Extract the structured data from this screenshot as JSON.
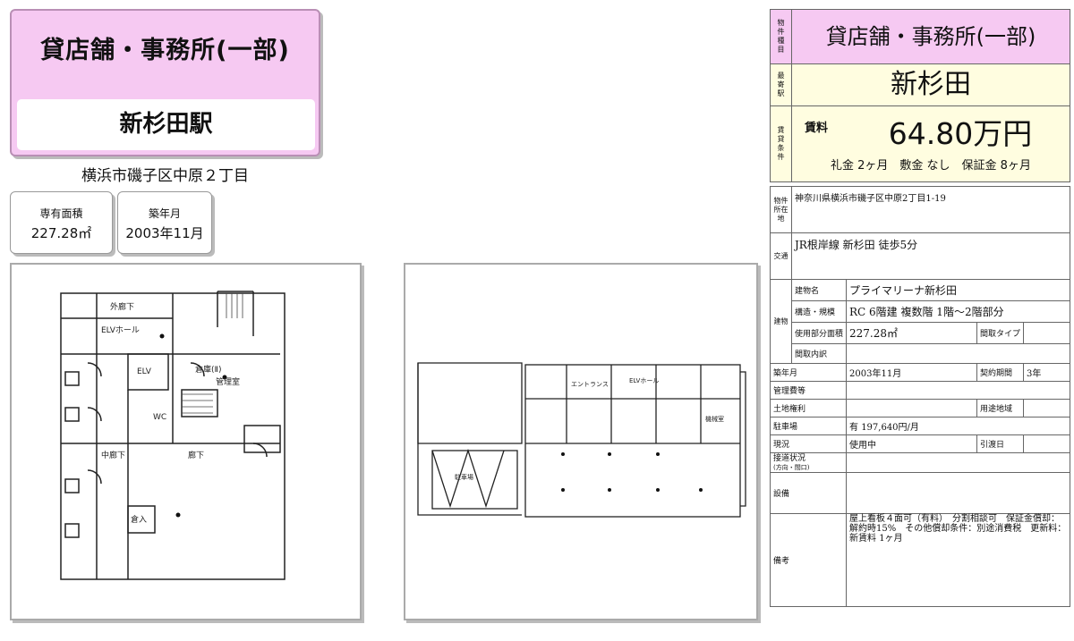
{
  "header": {
    "title": "貸店舗・事務所(一部)",
    "station": "新杉田駅",
    "address": "横浜市磯子区中原２丁目"
  },
  "info": {
    "area_label": "専有面積",
    "area_value": "227.28㎡",
    "built_label": "築年月",
    "built_value": "2003年11月"
  },
  "plan1": {
    "labels": [
      "外廊下",
      "ELVホール",
      "ELV",
      "倉庫(Ⅱ)",
      "管理室",
      "WC",
      "廊下",
      "中廊下",
      "倉入"
    ]
  },
  "plan2": {
    "labels": [
      "エントランス",
      "ELVホール",
      "駐車場",
      "機械室"
    ]
  },
  "sheet": {
    "type_label": "物件種目",
    "type_value": "貸店舗・事務所(一部)",
    "station_label": "最寄駅",
    "station_value": "新杉田",
    "rent_terms_label": "賃貸条件",
    "rent_label": "賃料",
    "rent_value": "64.80万円",
    "deposits": "礼金 2ヶ月　敷金 なし　保証金 8ヶ月",
    "location_label": "物件所在地",
    "location_value": "神奈川県横浜市磯子区中原2丁目1-19",
    "access_label": "交通",
    "access_value": "JR根岸線 新杉田 徒歩5分",
    "building_label": "建物",
    "building_name_label": "建物名",
    "building_name_value": "プライマリーナ新杉田",
    "structure_label": "構造・規模",
    "structure_value": "RC 6階建 複数階 1階～2階部分",
    "usable_area_label": "使用部分面積",
    "usable_area_value": "227.28㎡",
    "layout_type_label": "間取タイプ",
    "layout_type_value": "",
    "layout_detail_label": "間取内訳",
    "layout_detail_value": "",
    "built_label": "築年月",
    "built_value": "2003年11月",
    "contract_label": "契約期間",
    "contract_value": "3年",
    "mgmt_fee_label": "管理費等",
    "mgmt_fee_value": "",
    "land_rights_label": "土地権利",
    "land_rights_value": "",
    "zoning_label": "用途地域",
    "zoning_value": "",
    "parking_label": "駐車場",
    "parking_value": "有 197,640円/月",
    "status_label": "現況",
    "status_value": "使用中",
    "handover_label": "引渡日",
    "handover_value": "",
    "road_label": "接道状況",
    "road_sub": "(方向・間口)",
    "road_value": "",
    "facilities_label": "設備",
    "facilities_value": "",
    "remarks_label": "備考",
    "remarks_value": "屋上看板４面可（有料）　分割相談可　保証金償却：解約時15%　その他償却条件：別途消費税　更新料：新賃料 1ヶ月"
  }
}
